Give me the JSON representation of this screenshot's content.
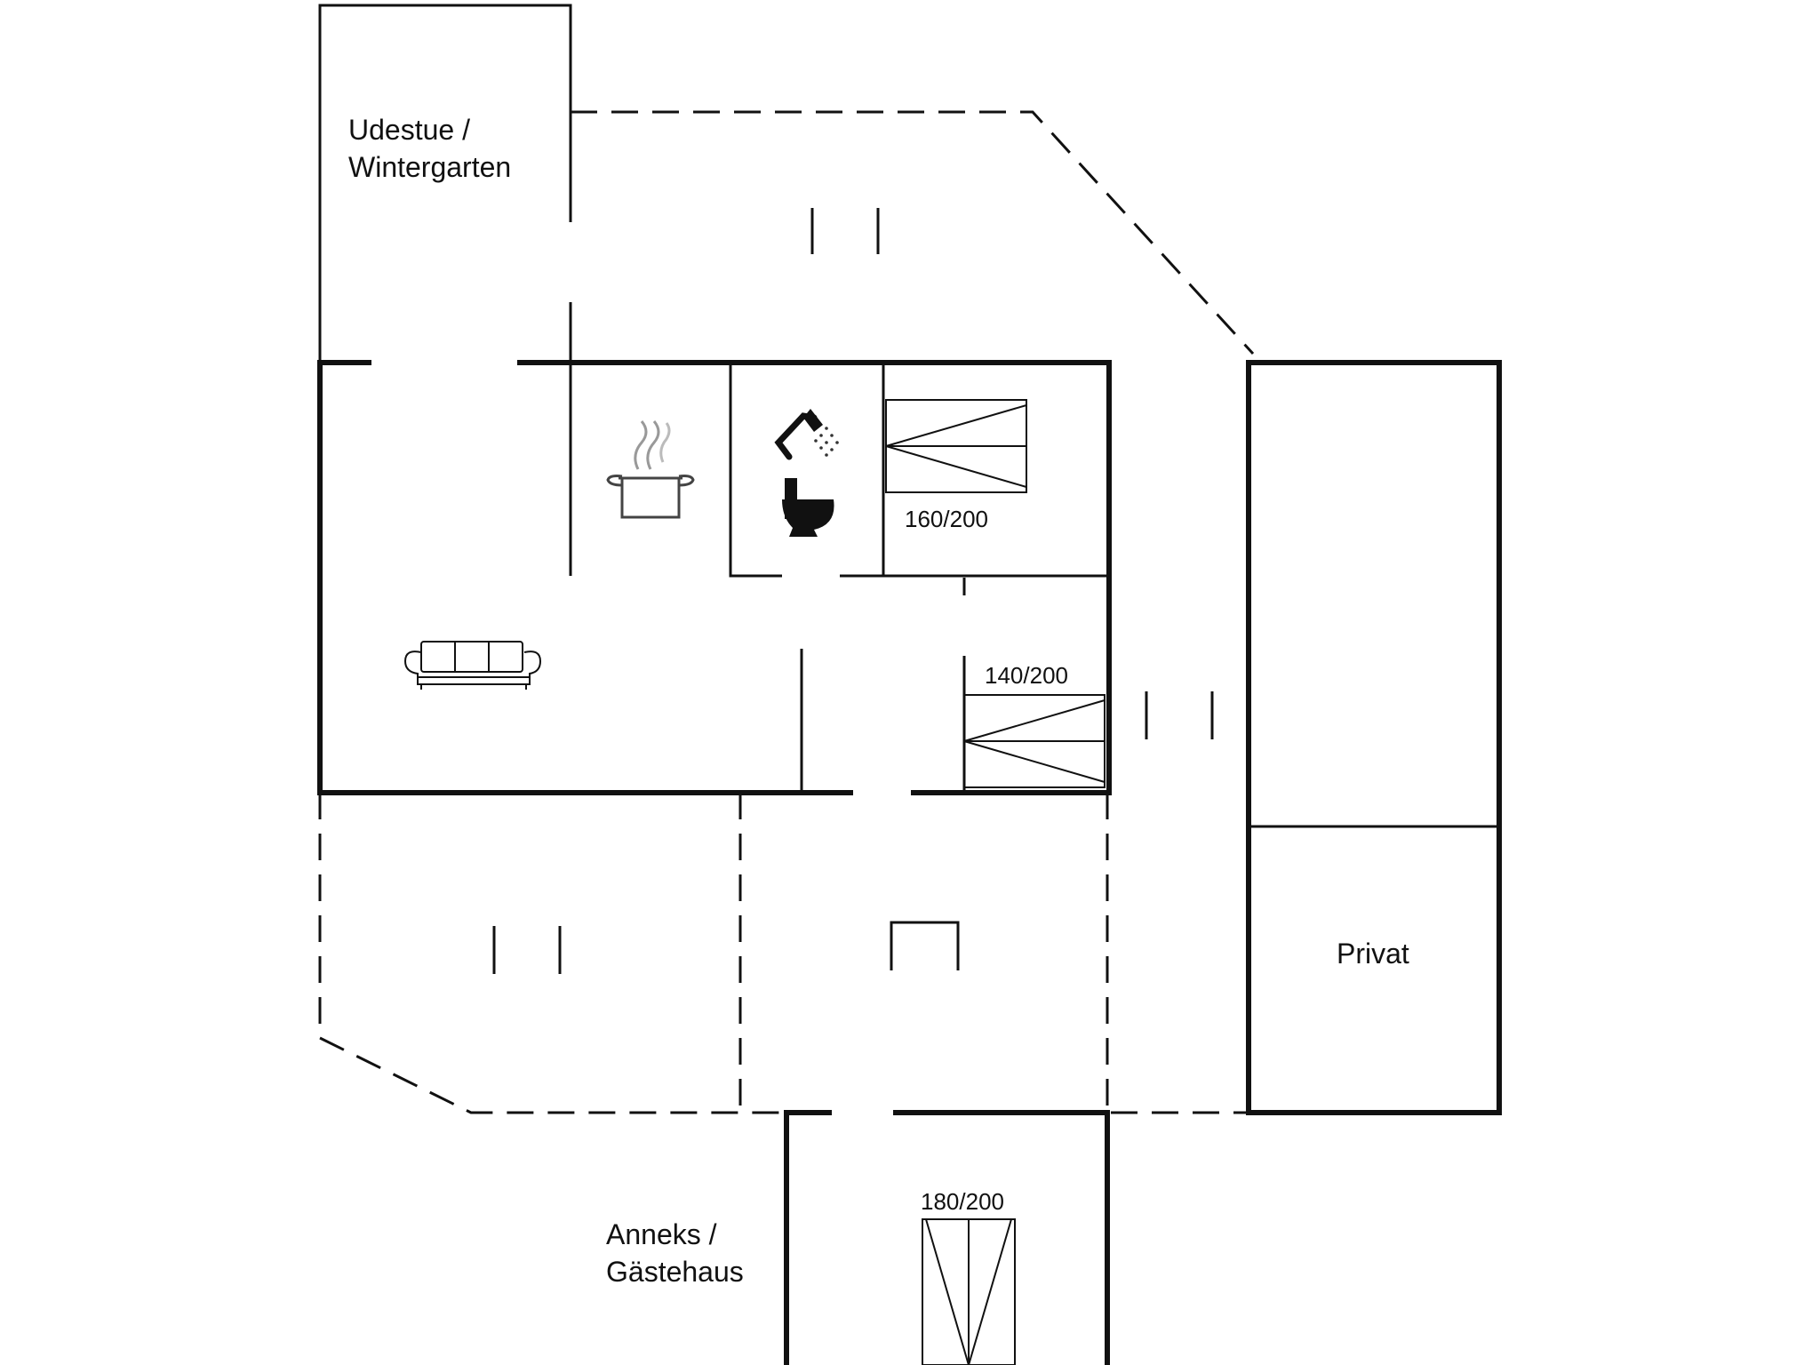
{
  "rooms": {
    "conservatory": {
      "line1": "Udestue /",
      "line2": "Wintergarten"
    },
    "annex": {
      "line1": "Anneks /",
      "line2": "Gästehaus"
    },
    "private": "Privat"
  },
  "beds": {
    "bed_a": "160/200",
    "bed_b": "140/200",
    "bed_c": "180/200"
  },
  "icons": [
    "shower-icon",
    "toilet-icon",
    "cooking-pot-icon",
    "sofa-icon",
    "bed-icon"
  ]
}
